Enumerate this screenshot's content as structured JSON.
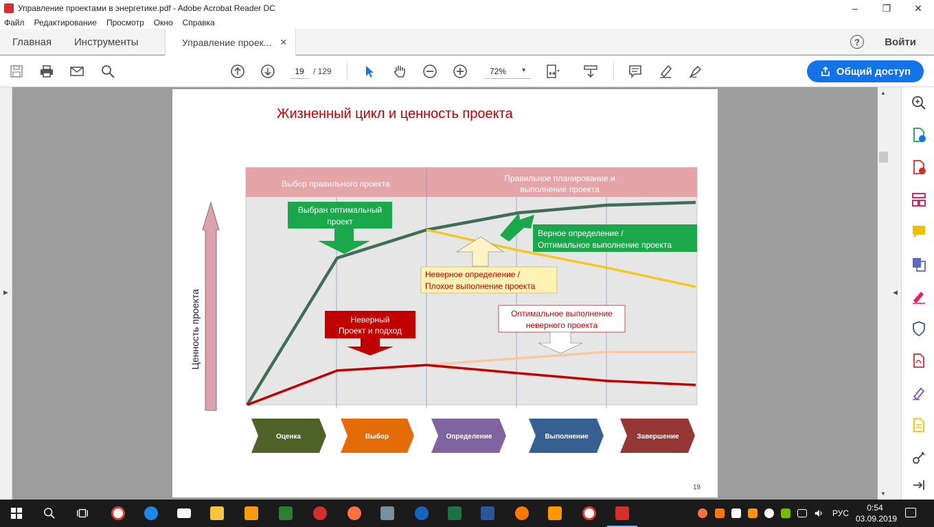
{
  "window": {
    "title": "Управление проектами в энергетике.pdf - Adobe Acrobat Reader DC"
  },
  "menu": [
    "Файл",
    "Редактирование",
    "Просмотр",
    "Окно",
    "Справка"
  ],
  "tabs": {
    "home": "Главная",
    "tools": "Инструменты",
    "doc": "Управление проек..."
  },
  "header": {
    "signin": "Войти"
  },
  "toolbar": {
    "page_current": "19",
    "page_total": "/ 129",
    "zoom": "72%",
    "share": "Общий доступ"
  },
  "slide": {
    "title": "Жизненный цикл и ценность проекта",
    "header_left": "Выбор правильного проекта",
    "header_right_1": "Правильное планирование и",
    "header_right_2": "выполнение проекта",
    "y_axis_label": "Ценность проекта",
    "box_green_1": "Выбран оптимальный",
    "box_green_2": "проект",
    "box_green_right_1": "Верное определение /",
    "box_green_right_2": "Оптимальное  выполнение  проекта",
    "box_yellow_1": "Неверное  определение /",
    "box_yellow_2": "Плохое  выполнение  проекта",
    "box_red_1": "Неверный",
    "box_red_2": "Проект и подход",
    "box_outline_1": "Оптимальное  выполнение",
    "box_outline_2": "неверного  проекта",
    "stages": [
      "Оценка",
      "Выбор",
      "Определение",
      "Выполнение",
      "Завершение"
    ],
    "stage_colors": [
      "#4f6228",
      "#e36c09",
      "#8064a2",
      "#366092",
      "#953734"
    ],
    "page_number": "19"
  },
  "taskbar": {
    "lang": "РУС",
    "time": "0:54",
    "date": "03.09.2019"
  }
}
